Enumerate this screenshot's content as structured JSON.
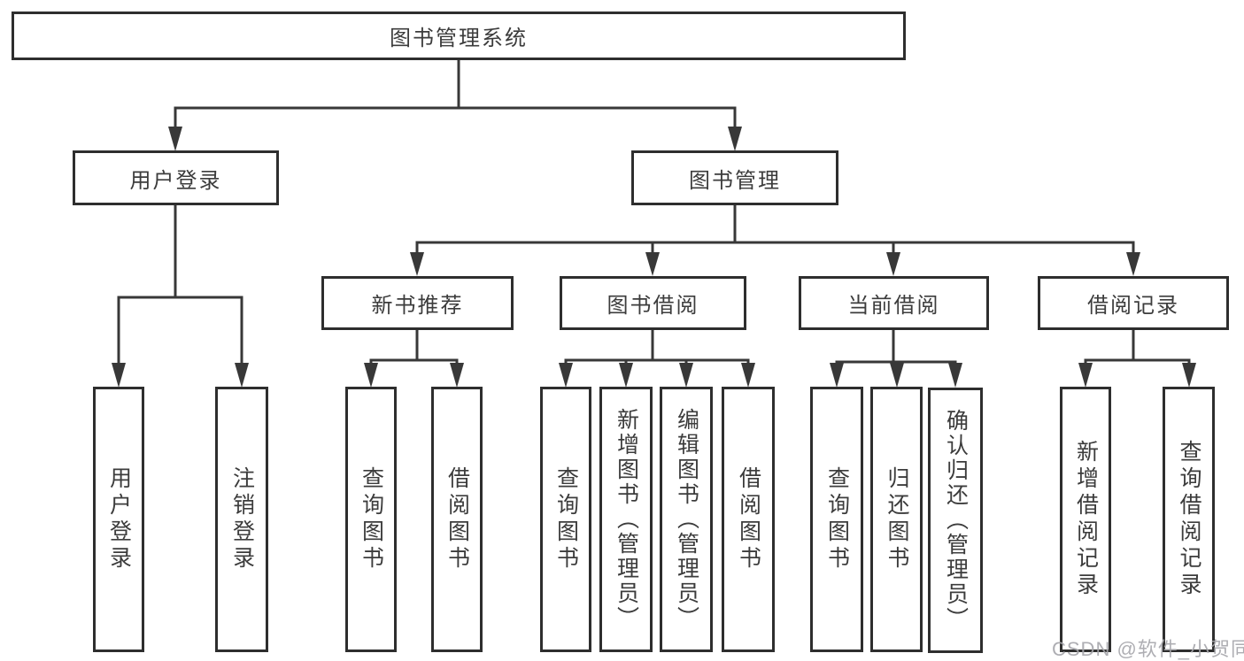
{
  "tree": {
    "label": "图书管理系统",
    "children": [
      {
        "label": "用户登录",
        "children": [
          {
            "label": "用户登录"
          },
          {
            "label": "注销登录"
          }
        ]
      },
      {
        "label": "图书管理",
        "children": [
          {
            "label": "新书推荐",
            "children": [
              {
                "label": "查询图书"
              },
              {
                "label": "借阅图书"
              }
            ]
          },
          {
            "label": "图书借阅",
            "children": [
              {
                "label": "查询图书"
              },
              {
                "label": "新增图书（管理员）"
              },
              {
                "label": "编辑图书（管理员）"
              },
              {
                "label": "借阅图书"
              }
            ]
          },
          {
            "label": "当前借阅",
            "children": [
              {
                "label": "查询图书"
              },
              {
                "label": "归还图书"
              },
              {
                "label": "确认归还（管理员）"
              }
            ]
          },
          {
            "label": "借阅记录",
            "children": [
              {
                "label": "新增借阅记录"
              },
              {
                "label": "查询借阅记录"
              }
            ]
          }
        ]
      }
    ]
  },
  "watermark": {
    "text": "CSDN @软件_小贺同学"
  },
  "colors": {
    "line": "#383838",
    "border": "#2e2e2e",
    "text": "#3c3c3c",
    "watermark": "#a6a6ab",
    "bg": "#ffffff"
  }
}
